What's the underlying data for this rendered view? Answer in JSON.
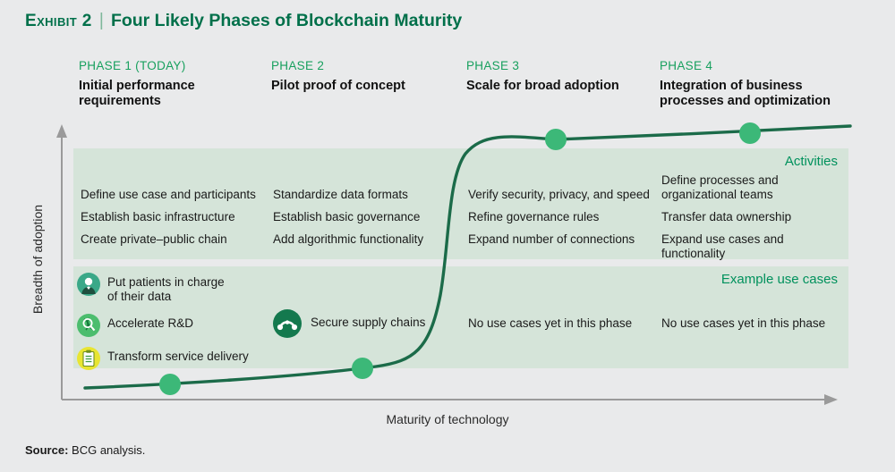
{
  "title": {
    "kicker": "Exhibit 2",
    "separator": "|",
    "main": "Four Likely Phases of Blockchain Maturity"
  },
  "colors": {
    "brand_green": "#00704a",
    "accent_green": "#18a05e",
    "band_fill": "#d5e4d9",
    "curve": "#1b6b49",
    "marker": "#3cb878",
    "page_bg": "#e9eaeb",
    "icon_teal": "#3aa888",
    "icon_green": "#4cbd6e",
    "icon_yellow": "#e8e532",
    "icon_dark_green": "#14794e"
  },
  "phases": [
    {
      "kicker": "PHASE 1 (TODAY)",
      "title": "Initial performance\nrequirements"
    },
    {
      "kicker": "PHASE 2",
      "title": "Pilot proof of concept"
    },
    {
      "kicker": "PHASE 3",
      "title": "Scale for broad adoption"
    },
    {
      "kicker": "PHASE 4",
      "title": "Integration of business\nprocesses and optimization"
    }
  ],
  "bands": {
    "activities": {
      "label": "Activities",
      "columns": [
        [
          "Define use case and participants",
          "Establish basic infrastructure",
          "Create private–public chain"
        ],
        [
          "Standardize data formats",
          "Establish basic governance",
          "Add algorithmic functionality"
        ],
        [
          "Verify security, privacy, and speed",
          "Refine governance rules",
          "Expand number of connections"
        ],
        [
          "Define processes and\norganizational teams",
          "Transfer data ownership",
          "Expand use cases and\nfunctionality"
        ]
      ]
    },
    "use_cases": {
      "label": "Example use cases",
      "columns": [
        {
          "items": [
            {
              "icon": "patient-icon",
              "text": "Put patients in charge\nof their data"
            },
            {
              "icon": "dna-research-icon",
              "text": "Accelerate R&D"
            },
            {
              "icon": "clipboard-icon",
              "text": "Transform service delivery"
            }
          ]
        },
        {
          "items": [
            {
              "icon": "supply-chain-icon",
              "text": "Secure supply chains"
            }
          ]
        },
        {
          "empty_text": "No use cases yet in this phase"
        },
        {
          "empty_text": "No use cases yet in this phase"
        }
      ]
    }
  },
  "axes": {
    "y_label": "Breadth of adoption",
    "x_label": "Maturity of technology"
  },
  "source": {
    "label": "Source:",
    "text": "BCG analysis."
  },
  "chart_data": {
    "type": "line",
    "title": "Four Likely Phases of Blockchain Maturity",
    "xlabel": "Maturity of technology",
    "ylabel": "Breadth of adoption",
    "grid": false,
    "legend": "none",
    "xlim": [
      0,
      100
    ],
    "ylim": [
      0,
      100
    ],
    "series": [
      {
        "name": "Blockchain maturity S-curve",
        "x": [
          2,
          12,
          22,
          32,
          40,
          44,
          47,
          49,
          51,
          54,
          60,
          70,
          80,
          90,
          100
        ],
        "y": [
          4,
          6,
          9,
          13,
          18,
          24,
          38,
          58,
          74,
          82,
          85,
          87,
          89,
          91,
          93
        ]
      }
    ],
    "markers": [
      {
        "phase": "PHASE 1 (TODAY)",
        "x": 12,
        "y": 6
      },
      {
        "phase": "PHASE 2",
        "x": 38,
        "y": 16
      },
      {
        "phase": "PHASE 3",
        "x": 62,
        "y": 86
      },
      {
        "phase": "PHASE 4",
        "x": 87,
        "y": 90
      }
    ]
  }
}
